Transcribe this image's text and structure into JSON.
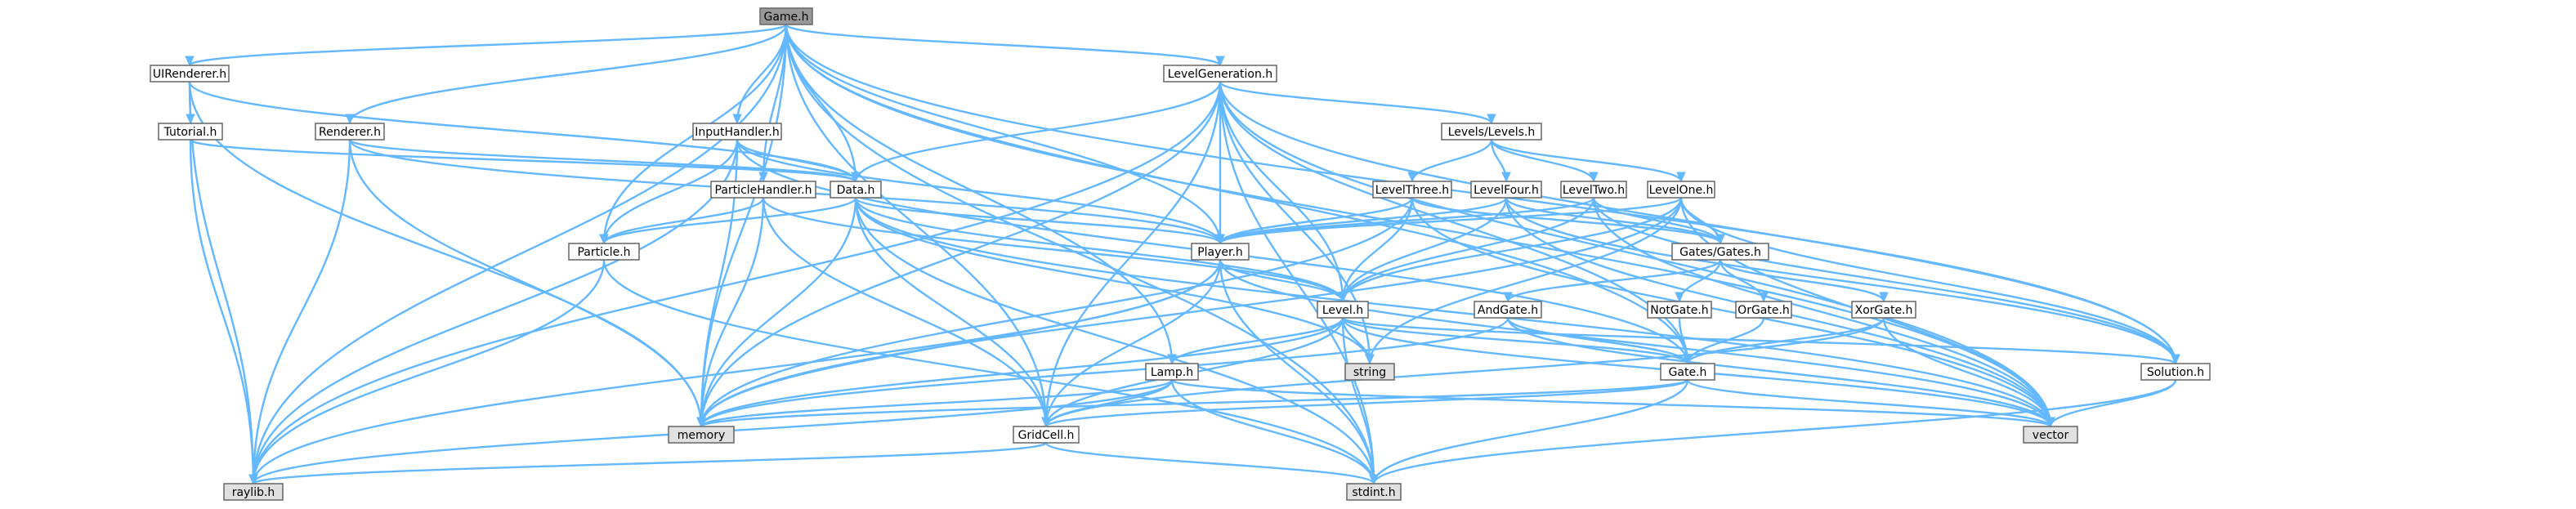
{
  "diagram": {
    "type": "include-dependency-graph",
    "colors": {
      "edge": "#63b8ff",
      "root_fill": "#999999",
      "file_fill": "#ffffff",
      "system_fill": "#e0e0e0",
      "border": "#666666",
      "text": "#000000"
    },
    "nodes": [
      {
        "id": "game",
        "label": "Game.h",
        "kind": "root"
      },
      {
        "id": "uirenderer",
        "label": "UIRenderer.h",
        "kind": "file"
      },
      {
        "id": "levelgeneration",
        "label": "LevelGeneration.h",
        "kind": "file"
      },
      {
        "id": "tutorial",
        "label": "Tutorial.h",
        "kind": "file"
      },
      {
        "id": "renderer",
        "label": "Renderer.h",
        "kind": "file"
      },
      {
        "id": "inputhandler",
        "label": "InputHandler.h",
        "kind": "file"
      },
      {
        "id": "levels",
        "label": "Levels/Levels.h",
        "kind": "file"
      },
      {
        "id": "particlehandler",
        "label": "ParticleHandler.h",
        "kind": "file"
      },
      {
        "id": "data",
        "label": "Data.h",
        "kind": "file"
      },
      {
        "id": "levelthree",
        "label": "LevelThree.h",
        "kind": "file"
      },
      {
        "id": "levelfour",
        "label": "LevelFour.h",
        "kind": "file"
      },
      {
        "id": "leveltwo",
        "label": "LevelTwo.h",
        "kind": "file"
      },
      {
        "id": "levelone",
        "label": "LevelOne.h",
        "kind": "file"
      },
      {
        "id": "particle",
        "label": "Particle.h",
        "kind": "file"
      },
      {
        "id": "player",
        "label": "Player.h",
        "kind": "file"
      },
      {
        "id": "gates",
        "label": "Gates/Gates.h",
        "kind": "file"
      },
      {
        "id": "level",
        "label": "Level.h",
        "kind": "file"
      },
      {
        "id": "andgate",
        "label": "AndGate.h",
        "kind": "file"
      },
      {
        "id": "notgate",
        "label": "NotGate.h",
        "kind": "file"
      },
      {
        "id": "orgate",
        "label": "OrGate.h",
        "kind": "file"
      },
      {
        "id": "xorgate",
        "label": "XorGate.h",
        "kind": "file"
      },
      {
        "id": "string",
        "label": "string",
        "kind": "system"
      },
      {
        "id": "lamp",
        "label": "Lamp.h",
        "kind": "file"
      },
      {
        "id": "gate",
        "label": "Gate.h",
        "kind": "file"
      },
      {
        "id": "solution",
        "label": "Solution.h",
        "kind": "file"
      },
      {
        "id": "memory",
        "label": "memory",
        "kind": "system"
      },
      {
        "id": "gridcell",
        "label": "GridCell.h",
        "kind": "file"
      },
      {
        "id": "vector",
        "label": "vector",
        "kind": "system"
      },
      {
        "id": "raylib",
        "label": "raylib.h",
        "kind": "system"
      },
      {
        "id": "stdint",
        "label": "stdint.h",
        "kind": "system"
      }
    ],
    "edges": [
      [
        "game",
        "uirenderer"
      ],
      [
        "game",
        "levelgeneration"
      ],
      [
        "game",
        "renderer"
      ],
      [
        "game",
        "inputhandler"
      ],
      [
        "game",
        "particlehandler"
      ],
      [
        "game",
        "data"
      ],
      [
        "game",
        "particle"
      ],
      [
        "game",
        "player"
      ],
      [
        "game",
        "lamp"
      ],
      [
        "game",
        "gridcell"
      ],
      [
        "game",
        "gate"
      ],
      [
        "game",
        "solution"
      ],
      [
        "game",
        "memory"
      ],
      [
        "game",
        "vector"
      ],
      [
        "game",
        "raylib"
      ],
      [
        "game",
        "stdint"
      ],
      [
        "uirenderer",
        "tutorial"
      ],
      [
        "uirenderer",
        "data"
      ],
      [
        "uirenderer",
        "memory"
      ],
      [
        "uirenderer",
        "raylib"
      ],
      [
        "tutorial",
        "data"
      ],
      [
        "tutorial",
        "raylib"
      ],
      [
        "renderer",
        "data"
      ],
      [
        "renderer",
        "player"
      ],
      [
        "renderer",
        "memory"
      ],
      [
        "renderer",
        "raylib"
      ],
      [
        "inputhandler",
        "data"
      ],
      [
        "inputhandler",
        "particle"
      ],
      [
        "inputhandler",
        "player"
      ],
      [
        "inputhandler",
        "gate"
      ],
      [
        "inputhandler",
        "memory"
      ],
      [
        "inputhandler",
        "raylib"
      ],
      [
        "levelgeneration",
        "levels"
      ],
      [
        "levelgeneration",
        "data"
      ],
      [
        "levelgeneration",
        "player"
      ],
      [
        "levelgeneration",
        "level"
      ],
      [
        "levelgeneration",
        "gridcell"
      ],
      [
        "levelgeneration",
        "gate"
      ],
      [
        "levelgeneration",
        "solution"
      ],
      [
        "levelgeneration",
        "string"
      ],
      [
        "levelgeneration",
        "memory"
      ],
      [
        "levelgeneration",
        "vector"
      ],
      [
        "levelgeneration",
        "raylib"
      ],
      [
        "levelgeneration",
        "stdint"
      ],
      [
        "levels",
        "levelthree"
      ],
      [
        "levels",
        "levelfour"
      ],
      [
        "levels",
        "leveltwo"
      ],
      [
        "levels",
        "levelone"
      ],
      [
        "levelthree",
        "player"
      ],
      [
        "levelthree",
        "gates"
      ],
      [
        "levelthree",
        "level"
      ],
      [
        "levelthree",
        "memory"
      ],
      [
        "levelthree",
        "vector"
      ],
      [
        "levelfour",
        "player"
      ],
      [
        "levelfour",
        "gates"
      ],
      [
        "levelfour",
        "level"
      ],
      [
        "levelfour",
        "solution"
      ],
      [
        "levelfour",
        "vector"
      ],
      [
        "leveltwo",
        "player"
      ],
      [
        "leveltwo",
        "gates"
      ],
      [
        "leveltwo",
        "level"
      ],
      [
        "leveltwo",
        "solution"
      ],
      [
        "leveltwo",
        "vector"
      ],
      [
        "levelone",
        "player"
      ],
      [
        "levelone",
        "gates"
      ],
      [
        "levelone",
        "level"
      ],
      [
        "levelone",
        "solution"
      ],
      [
        "levelone",
        "memory"
      ],
      [
        "levelone",
        "vector"
      ],
      [
        "levelone",
        "string"
      ],
      [
        "particlehandler",
        "particle"
      ],
      [
        "particlehandler",
        "level"
      ],
      [
        "particlehandler",
        "memory"
      ],
      [
        "particlehandler",
        "gridcell"
      ],
      [
        "data",
        "particle"
      ],
      [
        "data",
        "player"
      ],
      [
        "data",
        "level"
      ],
      [
        "data",
        "gridcell"
      ],
      [
        "data",
        "memory"
      ],
      [
        "data",
        "vector"
      ],
      [
        "data",
        "string"
      ],
      [
        "data",
        "stdint"
      ],
      [
        "particle",
        "raylib"
      ],
      [
        "particle",
        "stdint"
      ],
      [
        "player",
        "level"
      ],
      [
        "player",
        "gridcell"
      ],
      [
        "player",
        "memory"
      ],
      [
        "player",
        "vector"
      ],
      [
        "player",
        "raylib"
      ],
      [
        "player",
        "stdint"
      ],
      [
        "gates",
        "andgate"
      ],
      [
        "gates",
        "notgate"
      ],
      [
        "gates",
        "orgate"
      ],
      [
        "gates",
        "xorgate"
      ],
      [
        "andgate",
        "gate"
      ],
      [
        "andgate",
        "memory"
      ],
      [
        "andgate",
        "vector"
      ],
      [
        "notgate",
        "gate"
      ],
      [
        "orgate",
        "gate"
      ],
      [
        "xorgate",
        "gate"
      ],
      [
        "xorgate",
        "gridcell"
      ],
      [
        "xorgate",
        "vector"
      ],
      [
        "level",
        "lamp"
      ],
      [
        "level",
        "gate"
      ],
      [
        "level",
        "solution"
      ],
      [
        "level",
        "gridcell"
      ],
      [
        "level",
        "string"
      ],
      [
        "level",
        "memory"
      ],
      [
        "level",
        "vector"
      ],
      [
        "level",
        "stdint"
      ],
      [
        "lamp",
        "gridcell"
      ],
      [
        "lamp",
        "memory"
      ],
      [
        "lamp",
        "vector"
      ],
      [
        "lamp",
        "raylib"
      ],
      [
        "lamp",
        "stdint"
      ],
      [
        "gate",
        "gridcell"
      ],
      [
        "gate",
        "memory"
      ],
      [
        "gate",
        "vector"
      ],
      [
        "gate",
        "stdint"
      ],
      [
        "solution",
        "vector"
      ],
      [
        "solution",
        "stdint"
      ],
      [
        "gridcell",
        "raylib"
      ],
      [
        "gridcell",
        "stdint"
      ]
    ]
  }
}
